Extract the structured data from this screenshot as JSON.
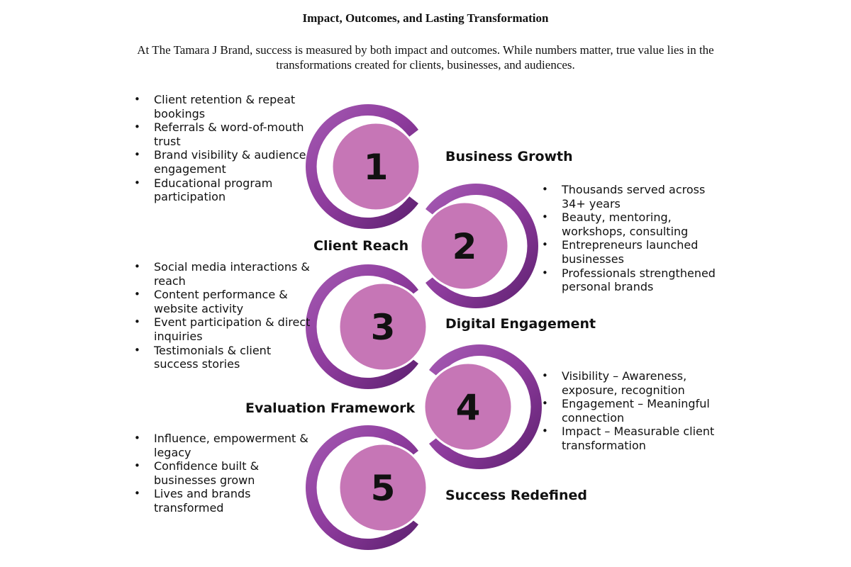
{
  "title": "Impact, Outcomes, and Lasting Transformation",
  "intro": "At The Tamara J Brand, success is measured by both impact and outcomes. While numbers matter, true value lies in the transformations created for clients, businesses, and audiences.",
  "colors": {
    "ring_dark": "#5b1f6e",
    "ring_mid": "#8d3b9c",
    "ring_light": "#a55bb3",
    "disc": "#c676b6",
    "disc_stroke": "#ffffff"
  },
  "steps": [
    {
      "number": "1",
      "title": "Business Growth",
      "items": [
        "Client retention & repeat bookings",
        "Referrals & word-of-mouth trust",
        "Brand visibility & audience engagement",
        "Educational program participation"
      ]
    },
    {
      "number": "2",
      "title": "Client Reach",
      "items": [
        "Thousands served across 34+ years",
        "Beauty, mentoring, workshops, consulting",
        "Entrepreneurs launched businesses",
        "Professionals strengthened personal brands"
      ]
    },
    {
      "number": "3",
      "title": "Digital Engagement",
      "items": [
        "Social media interactions & reach",
        "Content performance & website activity",
        "Event participation & direct inquiries",
        "Testimonials & client success stories"
      ]
    },
    {
      "number": "4",
      "title": "Evaluation Framework",
      "items": [
        "Visibility – Awareness, exposure, recognition",
        "Engagement – Meaningful connection",
        "Impact – Measurable client transformation"
      ]
    },
    {
      "number": "5",
      "title": "Success Redefined",
      "items": [
        "Influence, empowerment & legacy",
        "Confidence built & businesses grown",
        "Lives and brands transformed"
      ]
    }
  ]
}
